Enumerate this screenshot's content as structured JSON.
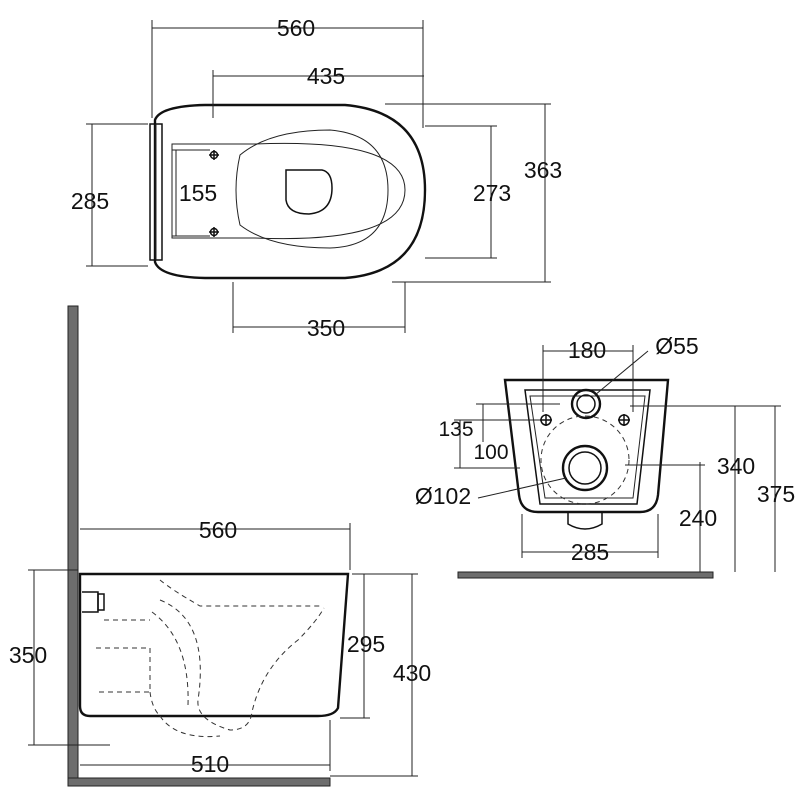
{
  "top_view": {
    "overall_length": "560",
    "seat_length": "435",
    "overall_width": "363",
    "inner_width": "273",
    "bracket_height": "285",
    "fixing_spacing": "155",
    "rear_to_outlet": "350"
  },
  "rear_view": {
    "inlet_spacing": "180",
    "inlet_diameter": "Ø55",
    "fixing_height_upper": "135",
    "fixing_height_lower": "100",
    "outlet_diameter": "Ø102",
    "bowl_width": "340",
    "overall_height": "375",
    "outlet_height": "240",
    "base_width": "285"
  },
  "side_view": {
    "overall_length": "560",
    "base_length": "510",
    "fixing_height": "350",
    "bowl_height": "295",
    "rim_height": "430"
  }
}
